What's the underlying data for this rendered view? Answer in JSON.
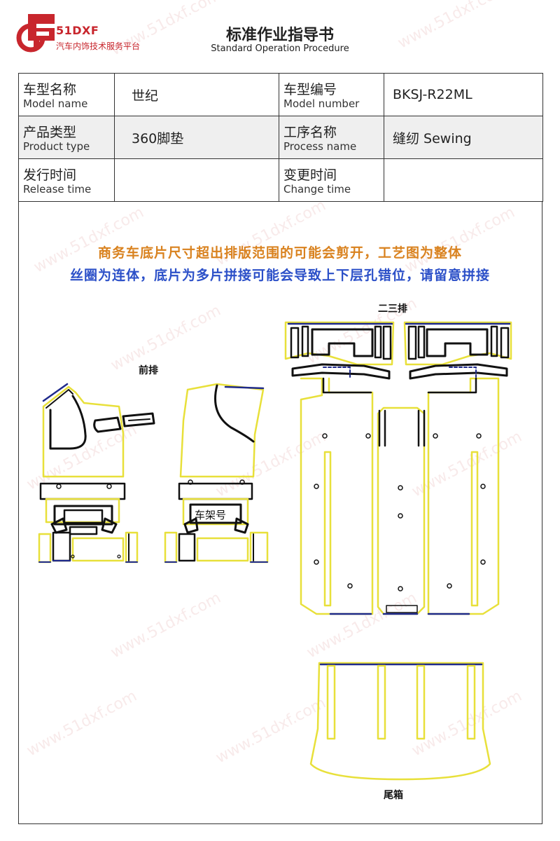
{
  "header": {
    "brand_name": "51DXF",
    "brand_tagline": "汽车内饰技术服务平台",
    "title": "标准作业指导书",
    "subtitle": "Standard Operation Procedure"
  },
  "info_table": {
    "model_name_zh": "车型名称",
    "model_name_en": "Model name",
    "model_name_value": "世纪",
    "model_number_zh": "车型编号",
    "model_number_en": "Model number",
    "model_number_value": "BKSJ-R22ML",
    "product_type_zh": "产品类型",
    "product_type_en": "Product type",
    "product_type_value": "360脚垫",
    "process_name_zh": "工序名称",
    "process_name_en": "Process name",
    "process_name_value": "缝纫 Sewing",
    "release_time_zh": "发行时间",
    "release_time_en": "Release time",
    "release_time_value": "",
    "change_time_zh": "变更时间",
    "change_time_en": "Change time",
    "change_time_value": ""
  },
  "notes": {
    "line1": "商务车底片尺寸超出排版范围的可能会剪开，工艺图为整体",
    "line2": "丝圈为连体，底片为多片拼接可能会导致上下层孔错位，请留意拼接"
  },
  "labels": {
    "front_row": "前排",
    "second_third_row": "二三排",
    "frame_number": "车架号",
    "trunk": "尾箱"
  },
  "watermark": "www.51dxf.com",
  "colors": {
    "brand_red": "#c8262d",
    "note_orange": "#d9821f",
    "note_blue": "#2c50c8",
    "outline_yellow": "#e8e03a",
    "outline_black": "#111111",
    "outline_navy": "#1f2a8c"
  }
}
